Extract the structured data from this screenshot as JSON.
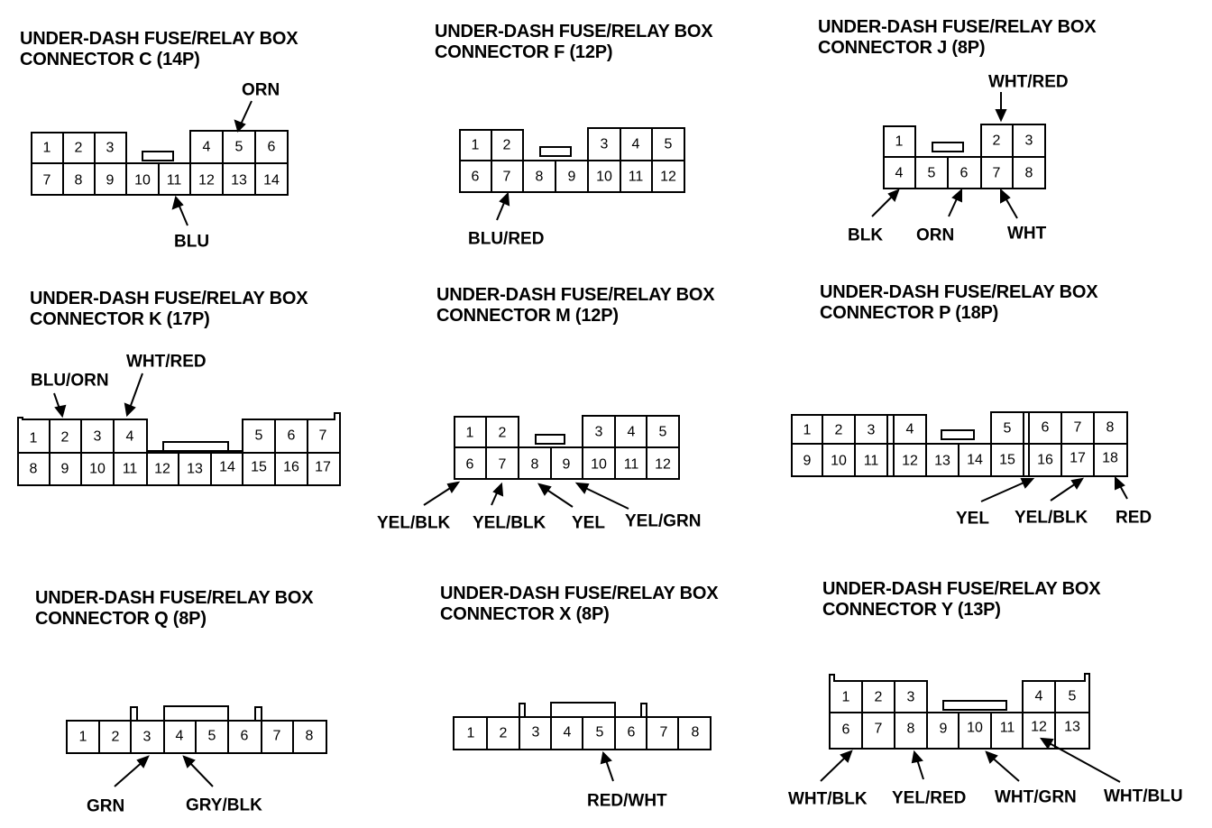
{
  "connectors": [
    {
      "id": "C",
      "title_line1": "UNDER-DASH FUSE/RELAY BOX",
      "title_line2": "CONNECTOR C (14P)",
      "pins": [
        "1",
        "2",
        "3",
        "4",
        "5",
        "6",
        "7",
        "8",
        "9",
        "10",
        "11",
        "12",
        "13",
        "14"
      ],
      "wires": [
        {
          "pin": "5",
          "color": "ORN"
        },
        {
          "pin": "11",
          "color": "BLU"
        }
      ]
    },
    {
      "id": "F",
      "title_line1": "UNDER-DASH FUSE/RELAY BOX",
      "title_line2": "CONNECTOR F (12P)",
      "pins": [
        "1",
        "2",
        "3",
        "4",
        "5",
        "6",
        "7",
        "8",
        "9",
        "10",
        "11",
        "12"
      ],
      "wires": [
        {
          "pin": "7",
          "color": "BLU/RED"
        }
      ]
    },
    {
      "id": "J",
      "title_line1": "UNDER-DASH FUSE/RELAY BOX",
      "title_line2": "CONNECTOR J (8P)",
      "pins": [
        "1",
        "2",
        "3",
        "4",
        "5",
        "6",
        "7",
        "8"
      ],
      "wires": [
        {
          "pin": "2",
          "color": "WHT/RED"
        },
        {
          "pin": "4",
          "color": "BLK"
        },
        {
          "pin": "6",
          "color": "ORN"
        },
        {
          "pin": "7",
          "color": "WHT"
        }
      ]
    },
    {
      "id": "K",
      "title_line1": "UNDER-DASH FUSE/RELAY BOX",
      "title_line2": "CONNECTOR K (17P)",
      "pins": [
        "1",
        "2",
        "3",
        "4",
        "5",
        "6",
        "7",
        "8",
        "9",
        "10",
        "11",
        "12",
        "13",
        "14",
        "15",
        "16",
        "17"
      ],
      "wires": [
        {
          "pin": "2",
          "color": "BLU/ORN"
        },
        {
          "pin": "4",
          "color": "WHT/RED"
        }
      ]
    },
    {
      "id": "M",
      "title_line1": "UNDER-DASH FUSE/RELAY BOX",
      "title_line2": "CONNECTOR M (12P)",
      "pins": [
        "1",
        "2",
        "3",
        "4",
        "5",
        "6",
        "7",
        "8",
        "9",
        "10",
        "11",
        "12"
      ],
      "wires": [
        {
          "pin": "6",
          "color": "YEL/BLK"
        },
        {
          "pin": "7",
          "color": "YEL/BLK"
        },
        {
          "pin": "8",
          "color": "YEL"
        },
        {
          "pin": "9",
          "color": "YEL/GRN"
        }
      ]
    },
    {
      "id": "P",
      "title_line1": "UNDER-DASH FUSE/RELAY BOX",
      "title_line2": "CONNECTOR P (18P)",
      "pins": [
        "1",
        "2",
        "3",
        "4",
        "5",
        "6",
        "7",
        "8",
        "9",
        "10",
        "11",
        "12",
        "13",
        "14",
        "15",
        "16",
        "17",
        "18"
      ],
      "wires": [
        {
          "pin": "15",
          "color": "YEL"
        },
        {
          "pin": "17",
          "color": "YEL/BLK"
        },
        {
          "pin": "18",
          "color": "RED"
        }
      ]
    },
    {
      "id": "Q",
      "title_line1": "UNDER-DASH FUSE/RELAY BOX",
      "title_line2": "CONNECTOR Q (8P)",
      "pins": [
        "1",
        "2",
        "3",
        "4",
        "5",
        "6",
        "7",
        "8"
      ],
      "wires": [
        {
          "pin": "3",
          "color": "GRN"
        },
        {
          "pin": "4",
          "color": "GRY/BLK"
        }
      ]
    },
    {
      "id": "X",
      "title_line1": "UNDER-DASH FUSE/RELAY BOX",
      "title_line2": "CONNECTOR X (8P)",
      "pins": [
        "1",
        "2",
        "3",
        "4",
        "5",
        "6",
        "7",
        "8"
      ],
      "wires": [
        {
          "pin": "5",
          "color": "RED/WHT"
        }
      ]
    },
    {
      "id": "Y",
      "title_line1": "UNDER-DASH FUSE/RELAY BOX",
      "title_line2": "CONNECTOR Y (13P)",
      "pins": [
        "1",
        "2",
        "3",
        "4",
        "5",
        "6",
        "7",
        "8",
        "9",
        "10",
        "11",
        "12",
        "13"
      ],
      "wires": [
        {
          "pin": "6",
          "color": "WHT/BLK"
        },
        {
          "pin": "8",
          "color": "YEL/RED"
        },
        {
          "pin": "10",
          "color": "WHT/GRN"
        },
        {
          "pin": "12",
          "color": "WHT/BLU"
        }
      ]
    }
  ]
}
